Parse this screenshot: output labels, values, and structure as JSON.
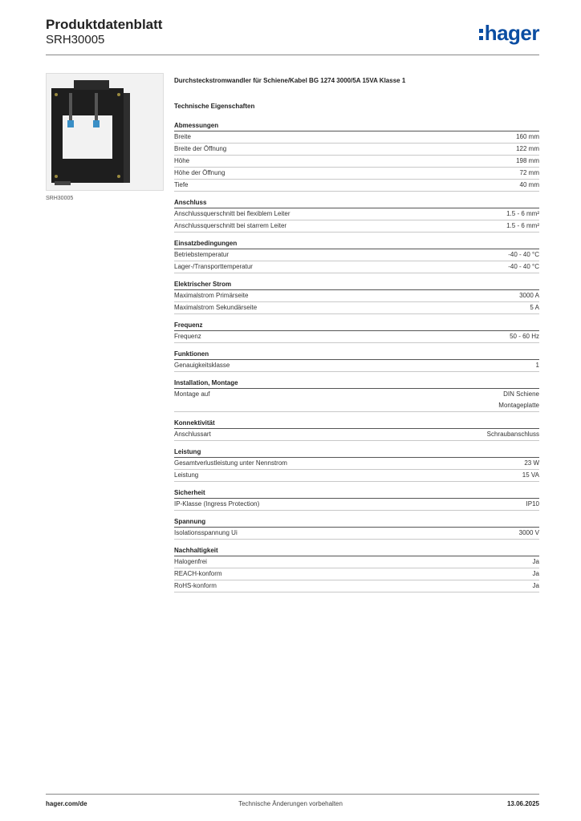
{
  "header": {
    "title": "Produktdatenblatt",
    "subtitle": "SRH30005",
    "logo": "hager"
  },
  "photo": {
    "caption": "SRH30005"
  },
  "product_description": "Durchsteckstromwandler für Schiene/Kabel BG 1274 3000/5A 15VA Klasse 1",
  "tech_heading": "Technische Eigenschaften",
  "sections": [
    {
      "title": "Abmessungen",
      "rows": [
        {
          "label": "Breite",
          "value": "160 mm"
        },
        {
          "label": "Breite der Öffnung",
          "value": "122 mm"
        },
        {
          "label": "Höhe",
          "value": "198 mm"
        },
        {
          "label": "Höhe der Öffnung",
          "value": "72 mm"
        },
        {
          "label": "Tiefe",
          "value": "40 mm"
        }
      ]
    },
    {
      "title": "Anschluss",
      "rows": [
        {
          "label": "Anschlussquerschnitt bei flexiblem Leiter",
          "value": "1.5 - 6 mm²"
        },
        {
          "label": "Anschlussquerschnitt bei starrem Leiter",
          "value": "1.5 - 6 mm²"
        }
      ]
    },
    {
      "title": "Einsatzbedingungen",
      "rows": [
        {
          "label": "Betriebstemperatur",
          "value": "-40 - 40 °C"
        },
        {
          "label": "Lager-/Transporttemperatur",
          "value": "-40 - 40 °C"
        }
      ]
    },
    {
      "title": "Elektrischer Strom",
      "rows": [
        {
          "label": "Maximalstrom Primärseite",
          "value": "3000 A"
        },
        {
          "label": "Maximalstrom Sekundärseite",
          "value": "5 A"
        }
      ]
    },
    {
      "title": "Frequenz",
      "rows": [
        {
          "label": "Frequenz",
          "value": "50 - 60 Hz"
        }
      ]
    },
    {
      "title": "Funktionen",
      "rows": [
        {
          "label": "Genauigkeitsklasse",
          "value": "1"
        }
      ]
    },
    {
      "title": "Installation, Montage",
      "rows": [
        {
          "label": "Montage auf",
          "value": "DIN Schiene\nMontageplatte"
        }
      ]
    },
    {
      "title": "Konnektivität",
      "rows": [
        {
          "label": "Anschlussart",
          "value": "Schraubanschluss"
        }
      ]
    },
    {
      "title": "Leistung",
      "rows": [
        {
          "label": "Gesamtverlustleistung unter Nennstrom",
          "value": "23 W"
        },
        {
          "label": "Leistung",
          "value": "15 VA"
        }
      ]
    },
    {
      "title": "Sicherheit",
      "rows": [
        {
          "label": "IP-Klasse (Ingress Protection)",
          "value": "IP10"
        }
      ]
    },
    {
      "title": "Spannung",
      "rows": [
        {
          "label": "Isolationsspannung Ui",
          "value": "3000 V"
        }
      ]
    },
    {
      "title": "Nachhaltigkeit",
      "rows": [
        {
          "label": "Halogenfrei",
          "value": "Ja"
        },
        {
          "label": "REACH-konform",
          "value": "Ja"
        },
        {
          "label": "RoHS-konform",
          "value": "Ja"
        }
      ]
    }
  ],
  "footer": {
    "left": "hager.com/de",
    "center": "Technische Änderungen vorbehalten",
    "right": "13.06.2025"
  }
}
